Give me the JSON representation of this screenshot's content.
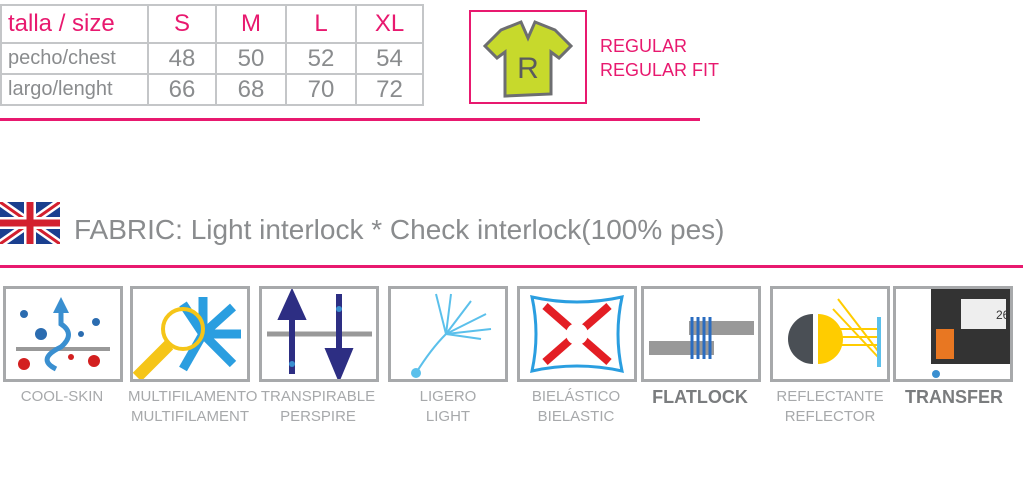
{
  "size_table": {
    "header": [
      "talla / size",
      "S",
      "M",
      "L",
      "XL"
    ],
    "rows": [
      [
        "pecho/chest",
        "48",
        "50",
        "52",
        "54"
      ],
      [
        "largo/lenght",
        "66",
        "68",
        "70",
        "72"
      ]
    ]
  },
  "fit": {
    "icon_letter": "R",
    "line1": "REGULAR",
    "line2": "REGULAR FIT"
  },
  "fabric": {
    "flag": "uk-flag-icon",
    "text": "FABRIC: Light interlock * Check interlock(100% pes)"
  },
  "features": [
    {
      "icon": "cool-skin-icon",
      "line1": "COOL-SKIN",
      "line2": ""
    },
    {
      "icon": "multifilament-icon",
      "line1": "MULTIFILAMENTO",
      "line2": "MULTIFILAMENT"
    },
    {
      "icon": "perspire-icon",
      "line1": "TRANSPIRABLE",
      "line2": "PERSPIRE"
    },
    {
      "icon": "light-icon",
      "line1": "LIGERO",
      "line2": "LIGHT"
    },
    {
      "icon": "bielastic-icon",
      "line1": "BIELÁSTICO",
      "line2": "BIELASTIC"
    },
    {
      "icon": "flatlock-icon",
      "line1": "FLATLOCK",
      "line2": ""
    },
    {
      "icon": "reflector-icon",
      "line1": "REFLECTANTE",
      "line2": "REFLECTOR"
    },
    {
      "icon": "transfer-icon",
      "line1": "TRANSFER",
      "line2": "",
      "cartridge_number": "26"
    }
  ],
  "colors": {
    "accent": "#e8196f",
    "gray": "#a7a9ab"
  }
}
